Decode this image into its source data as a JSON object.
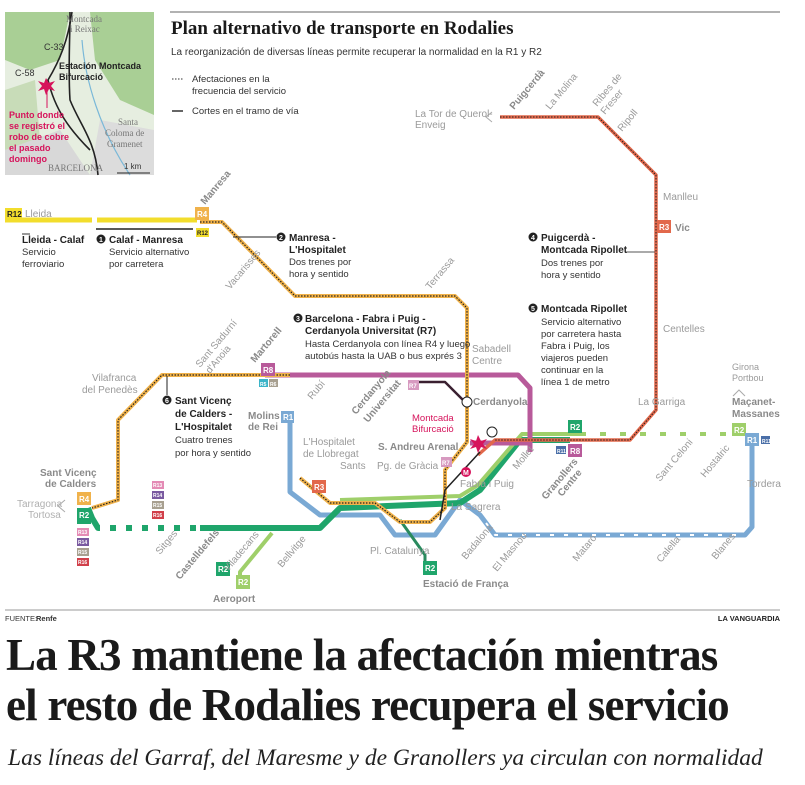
{
  "title": "Plan alternativo de transporte en Rodalies",
  "subtitle": "La reorganización de diversas líneas permite recuperar la normalidad en la R1 y R2",
  "legend": {
    "dotted_1": "Afectaciones en la",
    "dotted_2": "frecuencia del servicio",
    "solid": "Cortes en el tramo de vía"
  },
  "inset": {
    "montcada": "Montcada",
    "reixac": "i Reixac",
    "c33": "C-33",
    "c58": "C-58",
    "station_1": "Estación Montcada",
    "station_2": "Bifurcació",
    "point_1": "Punto donde",
    "point_2": "se registró el",
    "point_3": "robo de cobre",
    "point_4": "el pasado",
    "point_5": "domingo",
    "santa_1": "Santa",
    "santa_2": "Coloma de",
    "santa_3": "Gramenet",
    "barcelona": "BARCELONA",
    "scale": "1 km"
  },
  "notes": [
    {
      "num": "1",
      "title_1": "Calaf - Manresa",
      "title_2": "",
      "desc_1": "Servicio alternativo",
      "desc_2": "por carretera",
      "desc_3": ""
    },
    {
      "num": "2",
      "title_1": "Manresa -",
      "title_2": "L'Hospitalet",
      "desc_1": "Dos trenes por",
      "desc_2": "hora y sentido",
      "desc_3": ""
    },
    {
      "num": "3",
      "title_1": "Barcelona - Fabra i Puig -",
      "title_2": "Cerdanyola Universitat (R7)",
      "desc_1": "Hasta Cerdanyola con línea R4 y luego",
      "desc_2": "autobús hasta la UAB o bus exprés 3",
      "desc_3": ""
    },
    {
      "num": "4",
      "title_1": "Puigcerdà -",
      "title_2": "Montcada Ripollet",
      "desc_1": "Dos trenes por",
      "desc_2": "hora y sentido",
      "desc_3": ""
    },
    {
      "num": "5",
      "title_1": "Montcada Ripollet",
      "title_2": "",
      "desc_1": "Servicio alternativo",
      "desc_2": "por carretera hasta",
      "desc_3": "Fabra i Puig, los",
      "desc_4": "viajeros pueden",
      "desc_5": "continuar en la",
      "desc_6": "línea 1 de metro"
    },
    {
      "num": "6",
      "title_1": "Sant Vicenç",
      "title_2": "de Calders -",
      "title_3": "L'Hospitalet",
      "desc_1": "Cuatro trenes",
      "desc_2": "por hora y sentido"
    }
  ],
  "lleida_note": {
    "title": "Lleida - Calaf",
    "desc_1": "Servicio",
    "desc_2": "ferroviario"
  },
  "stations": {
    "lleida": "Lleida",
    "manresa": "Manresa",
    "vacarisses": "Vacarisses",
    "terrassa": "Terrassa",
    "tor_1": "La Tor de Querol-",
    "tor_2": "Enveig",
    "puigcerda": "Puigcerdà",
    "molina": "La Molina",
    "ribes_1": "Ribes de",
    "ribes_2": "Freser",
    "ripoll": "Ripoll",
    "manlleu": "Manlleu",
    "vic": "Vic",
    "centelles": "Centelles",
    "garriga": "La Garriga",
    "girona_1": "Girona",
    "girona_2": "Portbou",
    "macanet_1": "Maçanet-",
    "macanet_2": "Massanes",
    "tordera": "Tordera",
    "sabadell_1": "Sabadell",
    "sabadell_2": "Centre",
    "cerdanyola": "Cerdanyola",
    "cerd_univ_1": "Cerdanyola",
    "cerd_univ_2": "Universitat",
    "montcada_1": "Montcada",
    "montcada_2": "Bifurcació",
    "andreu": "S. Andreu Arenal",
    "fabra": "Fabra i Puig",
    "sagrera": "La Sagrera",
    "mollet": "Mollet",
    "granollers_1": "Granollers",
    "granollers_2": "Centre",
    "celoni": "Sant Celoni",
    "hostalric": "Hostalric",
    "badalona": "Badalona",
    "masnou": "El Masnou",
    "mataro": "Mataró",
    "calella": "Calella",
    "blanes": "Blanes",
    "franca": "Estació de França",
    "catalunya": "Pl. Catalunya",
    "gracia": "Pg. de Gràcia",
    "sants": "Sants",
    "hospitalet_1": "L'Hospitalet",
    "hospitalet_2": "de Llobregat",
    "molins_1": "Molins",
    "molins_2": "de Rei",
    "rubi": "Rubí",
    "martorell": "Martorell",
    "sadurni_1": "Sant Sadurní",
    "sadurni_2": "d'Anoia",
    "vilafranca_1": "Vilafranca",
    "vilafranca_2": "del Penedès",
    "svicenc_1": "Sant Vicenç",
    "svicenc_2": "de Calders",
    "tarragona_1": "Tarragona",
    "tarragona_2": "Tortosa",
    "sitges": "Sitges",
    "castelldefels": "Castelldefels",
    "viladecans": "Viladecans",
    "bellvitge": "Bellvitge",
    "aeroport": "Aeroport"
  },
  "badges": {
    "r1": "R1",
    "r2": "R2",
    "r3": "R3",
    "r4": "R4",
    "r5": "R5",
    "r6": "R6",
    "r7": "R7",
    "r8": "R8",
    "r11": "R11",
    "r12": "R12",
    "r13": "R13",
    "r14": "R14",
    "r15": "R15",
    "r16": "R16",
    "metro": "M"
  },
  "colors": {
    "r1": "#7aa9d4",
    "r2": "#1fa56b",
    "r2n": "#9fcf6a",
    "r3": "#e2684b",
    "r4": "#f0b24b",
    "r7": "#d79ac0",
    "r8": "#b85a9a",
    "r12": "#f2dd2c",
    "accent": "#d6135b"
  },
  "footer": {
    "source_label": "FUENTE:",
    "source": "Renfe",
    "brand": "LA VANGUARDIA"
  },
  "headline_1": "La R3 mantiene la afectación mientras",
  "headline_2": "el resto de Rodalies recupera el servicio",
  "subheadline": "Las líneas del Garraf, del Maresme y de Granollers ya circulan con normalidad"
}
